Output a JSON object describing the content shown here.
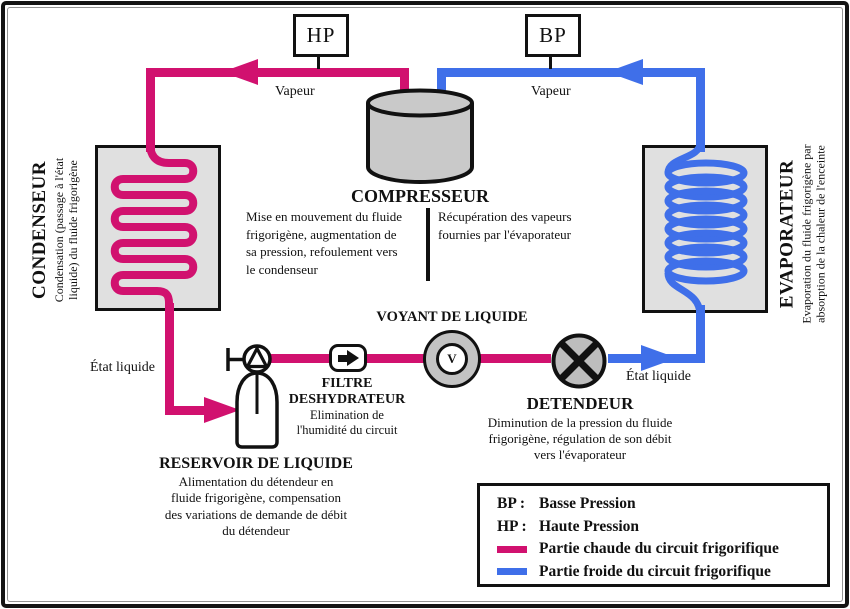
{
  "gauges": {
    "hp": "HP",
    "bp": "BP"
  },
  "flow_labels": {
    "vapeur_left": "Vapeur",
    "vapeur_right": "Vapeur",
    "etat_liquide_left": "État liquide",
    "etat_liquide_right": "État liquide"
  },
  "condenser": {
    "title": "CONDENSEUR",
    "desc": [
      "Condensation (passage à l'état",
      "liquide) du fluide frigorigène"
    ]
  },
  "compressor": {
    "title": "COMPRESSEUR",
    "desc_left": [
      "Mise en mouvement du fluide",
      "frigorigène, augmentation de",
      "sa pression, refoulement vers",
      "le condenseur"
    ],
    "desc_right": [
      "Récupération des vapeurs",
      "fournies par l'évaporateur"
    ]
  },
  "evaporator": {
    "title": "EVAPORATEUR",
    "desc": [
      "Evaporation du fluide frigorigène par",
      "absorption de la chaleur de l'enceinte"
    ]
  },
  "sight_glass": {
    "title": "VOYANT DE LIQUIDE",
    "glyph": "V"
  },
  "filter_drier": {
    "title_lines": [
      "FILTRE",
      "DESHYDRATEUR"
    ],
    "desc": [
      "Elimination de",
      "l'humidité du circuit"
    ]
  },
  "expansion_valve": {
    "title": "DETENDEUR",
    "desc": [
      "Diminution de la pression du fluide",
      "frigorigène, régulation de son débit",
      "vers l'évaporateur"
    ]
  },
  "receiver": {
    "title": "RESERVOIR DE LIQUIDE",
    "desc": [
      "Alimentation du détendeur en",
      "fluide frigorigène, compensation",
      "des variations de demande de débit",
      "du détendeur"
    ]
  },
  "legend": {
    "rows": [
      {
        "label": "BP :",
        "text": "Basse Pression"
      },
      {
        "label": "HP :",
        "text": "Haute Pression"
      },
      {
        "label": "",
        "swatch": "hot",
        "text": "Partie chaude du circuit frigorifique"
      },
      {
        "label": "",
        "swatch": "cold",
        "text": "Partie froide du circuit frigorifique"
      }
    ]
  },
  "colors": {
    "hot": "#d1116f",
    "cold": "#3f6fe9",
    "exchanger_fill": "#e0e0e0",
    "cylinder_fill": "#c9c9c9",
    "sight_ring_fill": "#c3c3c3",
    "valve_fill": "#bdbdbd"
  }
}
